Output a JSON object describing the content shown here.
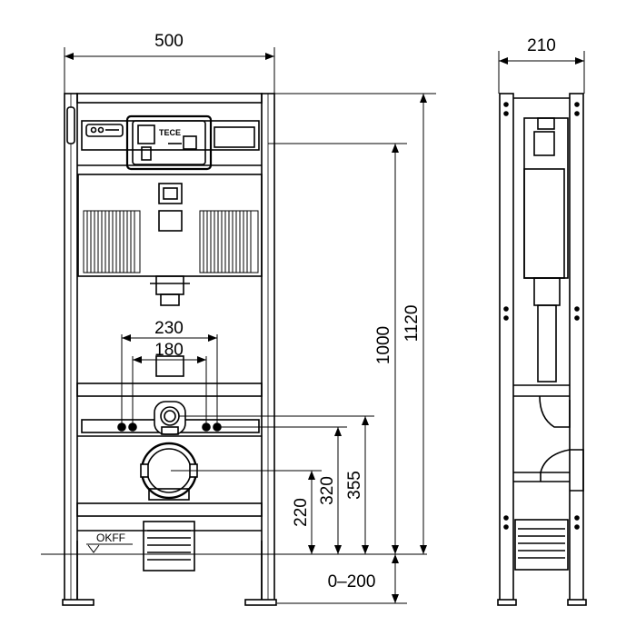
{
  "dimensions": {
    "front_width": "500",
    "side_depth": "210",
    "total_height": "1120",
    "actuation_height": "1000",
    "inlet_spacing_outer": "230",
    "inlet_spacing_inner": "180",
    "height_inlet_axis": "355",
    "height_upper_bolts": "320",
    "height_outlet_axis": "220",
    "leg_adjustment": "0–200"
  },
  "labels": {
    "floor_reference": "OKFF",
    "brand_logo": "TECE"
  }
}
